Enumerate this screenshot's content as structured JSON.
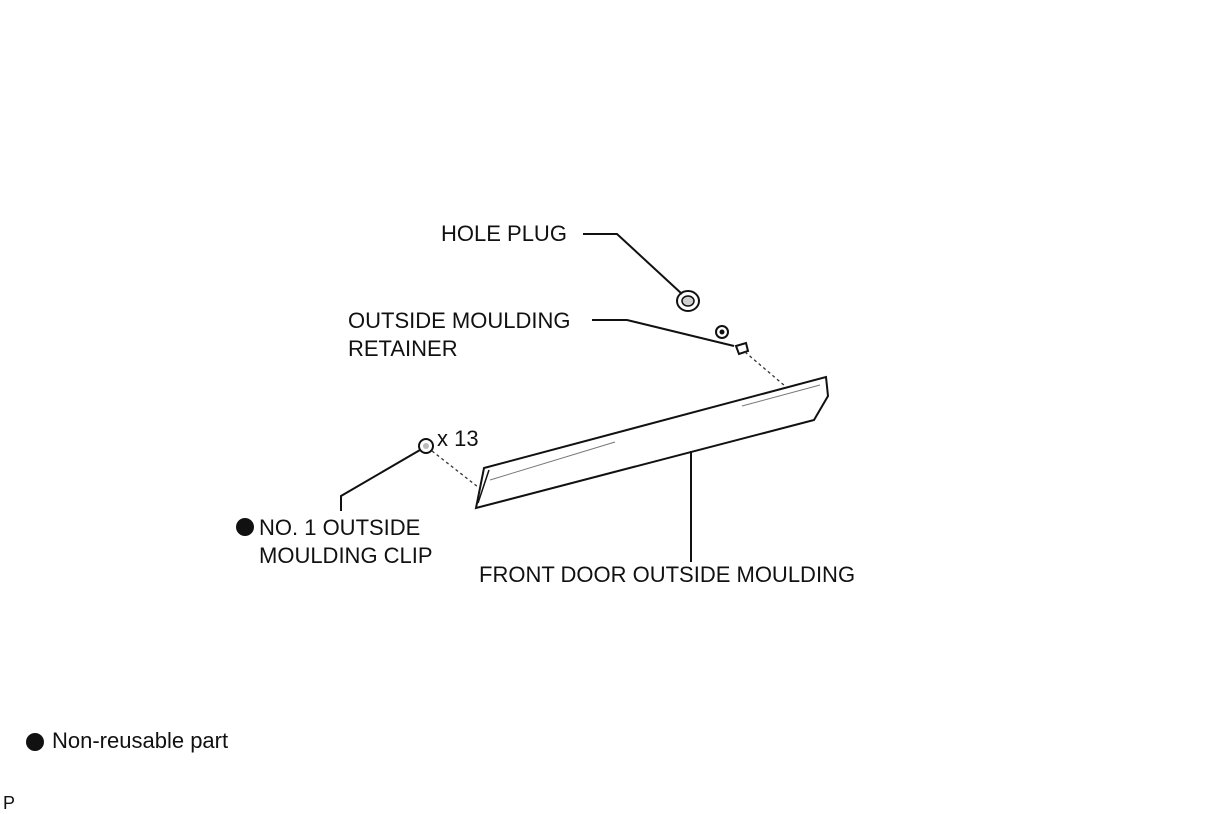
{
  "labels": {
    "hole_plug": "HOLE PLUG",
    "retainer_line1": "OUTSIDE MOULDING",
    "retainer_line2": "RETAINER",
    "clip_qty": "x 13",
    "clip_line1": "NO. 1 OUTSIDE",
    "clip_line2": "MOULDING CLIP",
    "moulding": "FRONT DOOR OUTSIDE MOULDING"
  },
  "legend": {
    "non_reusable": "Non-reusable part"
  },
  "footer": {
    "code": "P"
  }
}
